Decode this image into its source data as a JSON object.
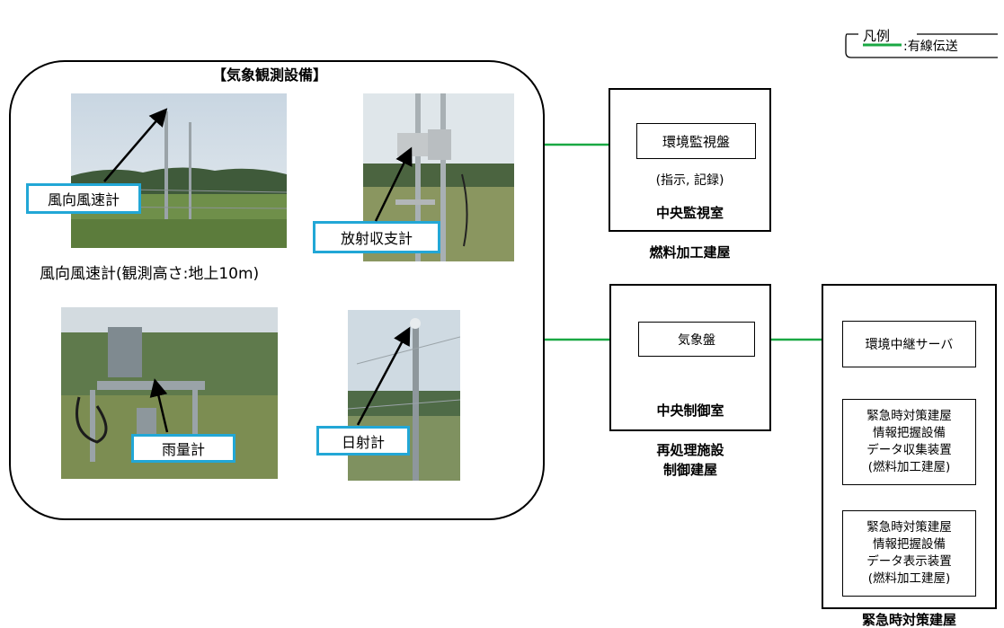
{
  "legend": {
    "title": "凡例",
    "item": ":有線伝送"
  },
  "equipment": {
    "title": "【気象観測設備】",
    "caption": "風向風速計(観測高さ:地上10m)",
    "callouts": {
      "anemometer": "風向風速計",
      "radiation": "放射収支計",
      "rain": "雨量計",
      "sunshine": "日射計"
    }
  },
  "monitor_building": {
    "panel": "環境監視盤",
    "note": "(指示, 記録)",
    "room": "中央監視室",
    "building": "燃料加工建屋"
  },
  "control_building": {
    "panel": "気象盤",
    "room": "中央制御室",
    "building_line1": "再処理施設",
    "building_line2": "制御建屋"
  },
  "emergency_building": {
    "server": "環境中継サーバ",
    "collector": [
      "緊急時対策建屋",
      "情報把握設備",
      "データ収集装置",
      "(燃料加工建屋)"
    ],
    "display": [
      "緊急時対策建屋",
      "情報把握設備",
      "データ表示装置",
      "(燃料加工建屋)"
    ],
    "building": "緊急時対策建屋"
  },
  "colors": {
    "line": "#1aa843",
    "callout_border": "#22a7d6"
  }
}
